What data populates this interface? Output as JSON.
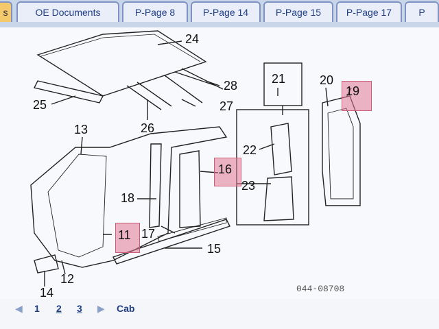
{
  "tabs": {
    "first": "s",
    "oe": "OE Documents",
    "p8": "P-Page 8",
    "p14": "P-Page 14",
    "p15": "P-Page 15",
    "p17": "P-Page 17",
    "last": "P"
  },
  "diagram": {
    "callouts": {
      "c24": "24",
      "c25": "25",
      "c26": "26",
      "c27": "27",
      "c28": "28",
      "c21": "21",
      "c20": "20",
      "c19": "19",
      "c13": "13",
      "c22": "22",
      "c16": "16",
      "c23": "23",
      "c18": "18",
      "c17": "17",
      "c11": "11",
      "c15": "15",
      "c12": "12",
      "c14": "14"
    },
    "reference": "044-08708"
  },
  "pager": {
    "prev": "◀",
    "p1": "1",
    "p2": "2",
    "p3": "3",
    "next": "▶",
    "section": "Cab"
  }
}
